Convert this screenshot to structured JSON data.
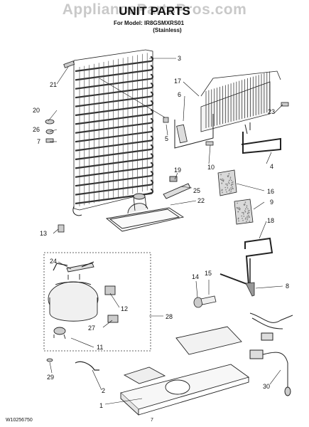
{
  "watermark": "AppliancePartsPros.com",
  "header": {
    "title": "UNIT PARTS",
    "model_line": "For Model: IR8GSMXRS01",
    "finish": "(Stainless)"
  },
  "callouts": [
    "1",
    "2",
    "3",
    "4",
    "5",
    "6",
    "7",
    "8",
    "9",
    "10",
    "11",
    "12",
    "13",
    "14",
    "15",
    "16",
    "17",
    "18",
    "19",
    "20",
    "21",
    "22",
    "23",
    "24",
    "25",
    "26",
    "27",
    "28",
    "29",
    "30"
  ],
  "footer": {
    "doc_number": "W10256750",
    "page_number": "7"
  }
}
